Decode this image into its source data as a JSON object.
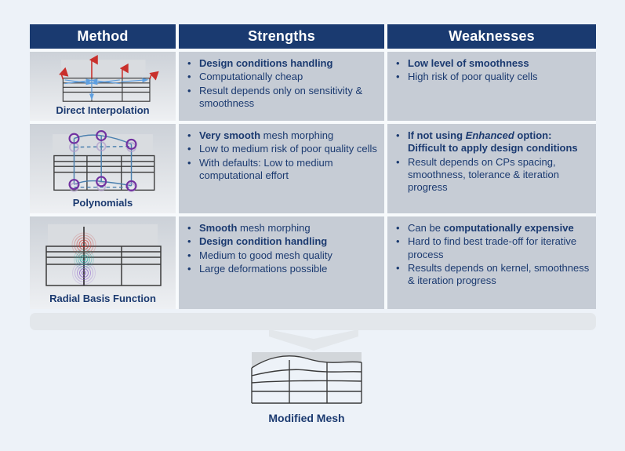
{
  "table": {
    "bullet_char": "•",
    "headers": [
      {
        "label": "Method"
      },
      {
        "label": "Strengths"
      },
      {
        "label": "Weaknesses"
      }
    ],
    "rows": [
      {
        "method_label": "Direct Interpolation",
        "strengths": [
          [
            {
              "t": "Design conditions handling",
              "b": true
            }
          ],
          [
            {
              "t": "Computationally cheap"
            }
          ],
          [
            {
              "t": "Result depends only on sensitivity & smoothness"
            }
          ]
        ],
        "weaknesses": [
          [
            {
              "t": "Low level of smoothness",
              "b": true
            }
          ],
          [
            {
              "t": "High risk of poor quality cells"
            }
          ]
        ]
      },
      {
        "method_label": "Polynomials",
        "strengths": [
          [
            {
              "t": "Very smooth",
              "b": true
            },
            {
              "t": " mesh morphing"
            }
          ],
          [
            {
              "t": "Low to medium risk of poor quality cells"
            }
          ],
          [
            {
              "t": "With defaults: Low to medium computational effort"
            }
          ]
        ],
        "weaknesses": [
          [
            {
              "t": "If not using ",
              "b": true
            },
            {
              "t": "Enhanced",
              "b": true,
              "i": true
            },
            {
              "t": " option: Difficult to apply design conditions",
              "b": true
            }
          ],
          [
            {
              "t": "Result depends on CPs spacing, smoothness, tolerance & iteration progress"
            }
          ]
        ]
      },
      {
        "method_label": "Radial Basis Function",
        "strengths": [
          [
            {
              "t": "Smooth",
              "b": true
            },
            {
              "t": " mesh morphing"
            }
          ],
          [
            {
              "t": "Design condition handling",
              "b": true
            }
          ],
          [
            {
              "t": "Medium to good mesh quality"
            }
          ],
          [
            {
              "t": "Large deformations possible"
            }
          ]
        ],
        "weaknesses": [
          [
            {
              "t": "Can be "
            },
            {
              "t": "computationally expensive",
              "b": true
            }
          ],
          [
            {
              "t": "Hard to find best trade-off for iterative process"
            }
          ],
          [
            {
              "t": "Results depends on kernel, smoothness & iteration progress"
            }
          ]
        ]
      }
    ]
  },
  "footer": {
    "modified_mesh_label": "Modified Mesh"
  },
  "icons": {
    "down_arrow": "down-arrow-icon",
    "diagrams": [
      "direct-interpolation-diagram",
      "polynomials-diagram",
      "radial-basis-function-diagram",
      "modified-mesh-diagram"
    ]
  },
  "colors": {
    "page_bg": "#edf2f8",
    "header_bg": "#1a3a70",
    "cell_bg": "#c6ccd5",
    "text": "#1b3a70",
    "band_gray": "#d9dce0",
    "footer_bar": "#e3e7eb",
    "arrow_red": "#c9302c",
    "arrow_blue": "#5e9fe0",
    "poly_line_blue": "#4a7fae",
    "cp_purple": "#7030a0",
    "rbf_teal": "#2aa79f",
    "rbf_purple": "#8a5fc8",
    "mesh_line": "#3a3a3a"
  }
}
